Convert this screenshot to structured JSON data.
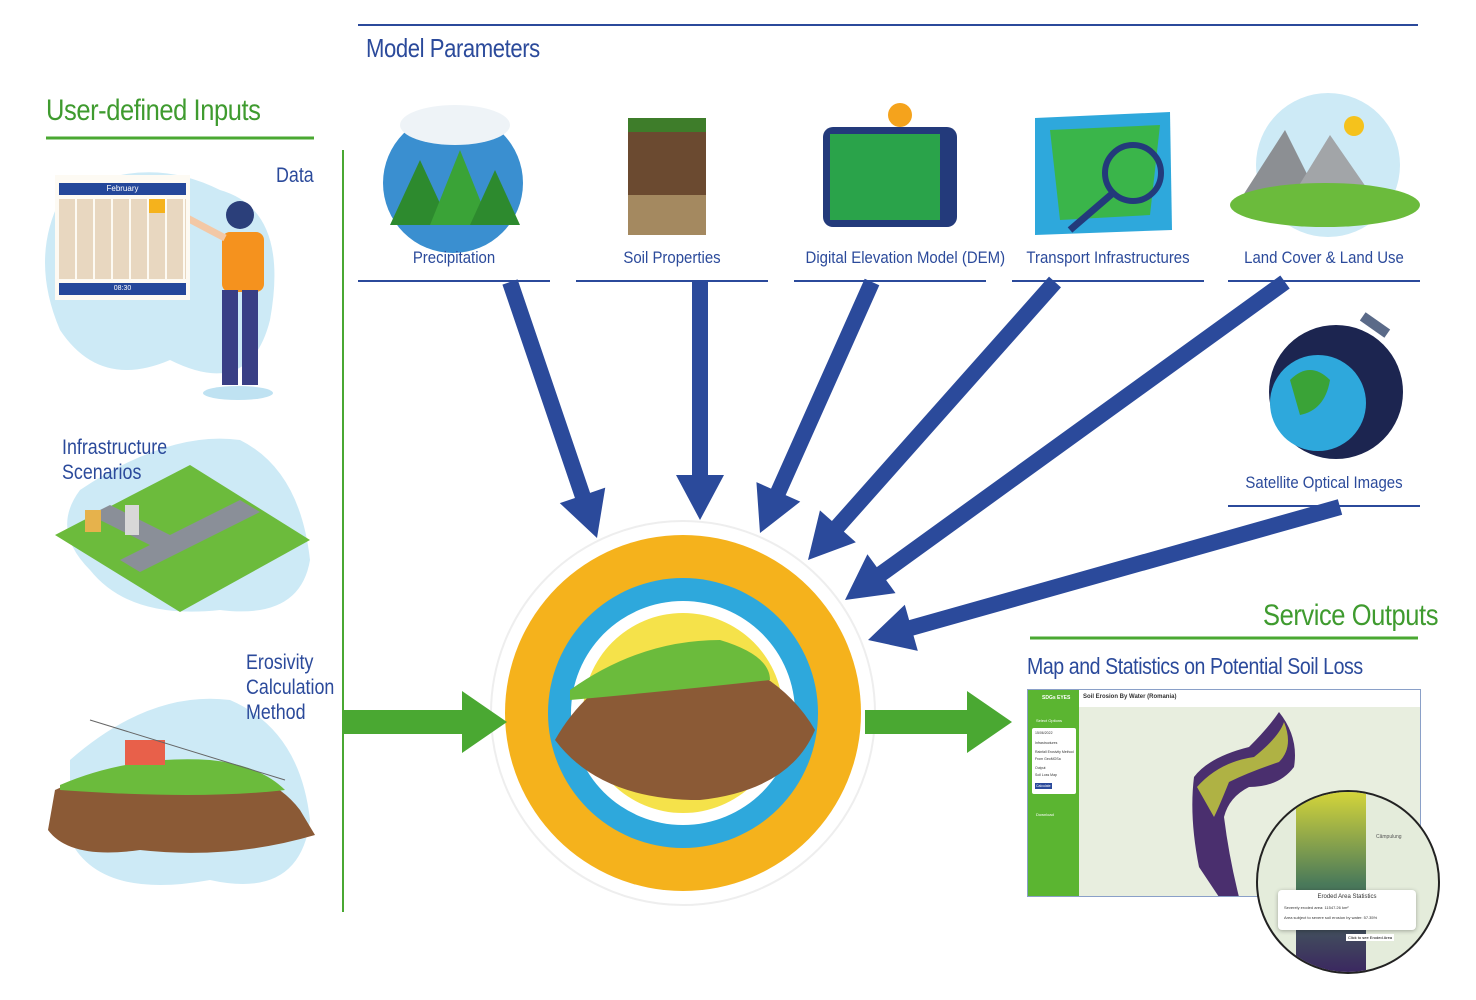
{
  "headings": {
    "model_parameters": "Model Parameters",
    "user_inputs": "User-defined Inputs",
    "service_outputs": "Service Outputs",
    "map_stats": "Map and Statistics on Potential Soil Loss"
  },
  "parameters": [
    {
      "label": "Precipitation"
    },
    {
      "label": "Soil Properties"
    },
    {
      "label": "Digital Elevation Model (DEM)"
    },
    {
      "label": "Transport Infrastructures"
    },
    {
      "label": "Land Cover & Land Use"
    },
    {
      "label": "Satellite Optical Images"
    }
  ],
  "inputs": {
    "data": "Data",
    "infrastructure": "Infrastructure Scenarios",
    "erosivity": "Erosivity Calculation Method",
    "calendar_month": "February",
    "calendar_time": "08:30"
  },
  "screenshot": {
    "app": "SDGs EYES",
    "title": "Soil Erosion By Water (Romania)",
    "date": "15/06/2022",
    "select_options": "Select Options",
    "infrastructures": "Infrastructures",
    "method_label": "Rainfall Erosivity Method",
    "method_value": "From GeoMOSa",
    "output_label": "Output",
    "output_value": "Soil Loss Map",
    "calculate": "Calculate",
    "download": "Download",
    "popup_title": "Eroded Area Statistics",
    "severe_area": "Severely eroded area: 11547.26 km²",
    "severe_pct": "Area subject to severe soil erosion by water: 57.35%",
    "click_hint": "Click to see Eroded Area",
    "place": "Câmpulung"
  },
  "colors": {
    "blue": "#2b4a9b",
    "green": "#4aa832",
    "orange": "#f5b21c",
    "cyan": "#2ea8dc"
  }
}
